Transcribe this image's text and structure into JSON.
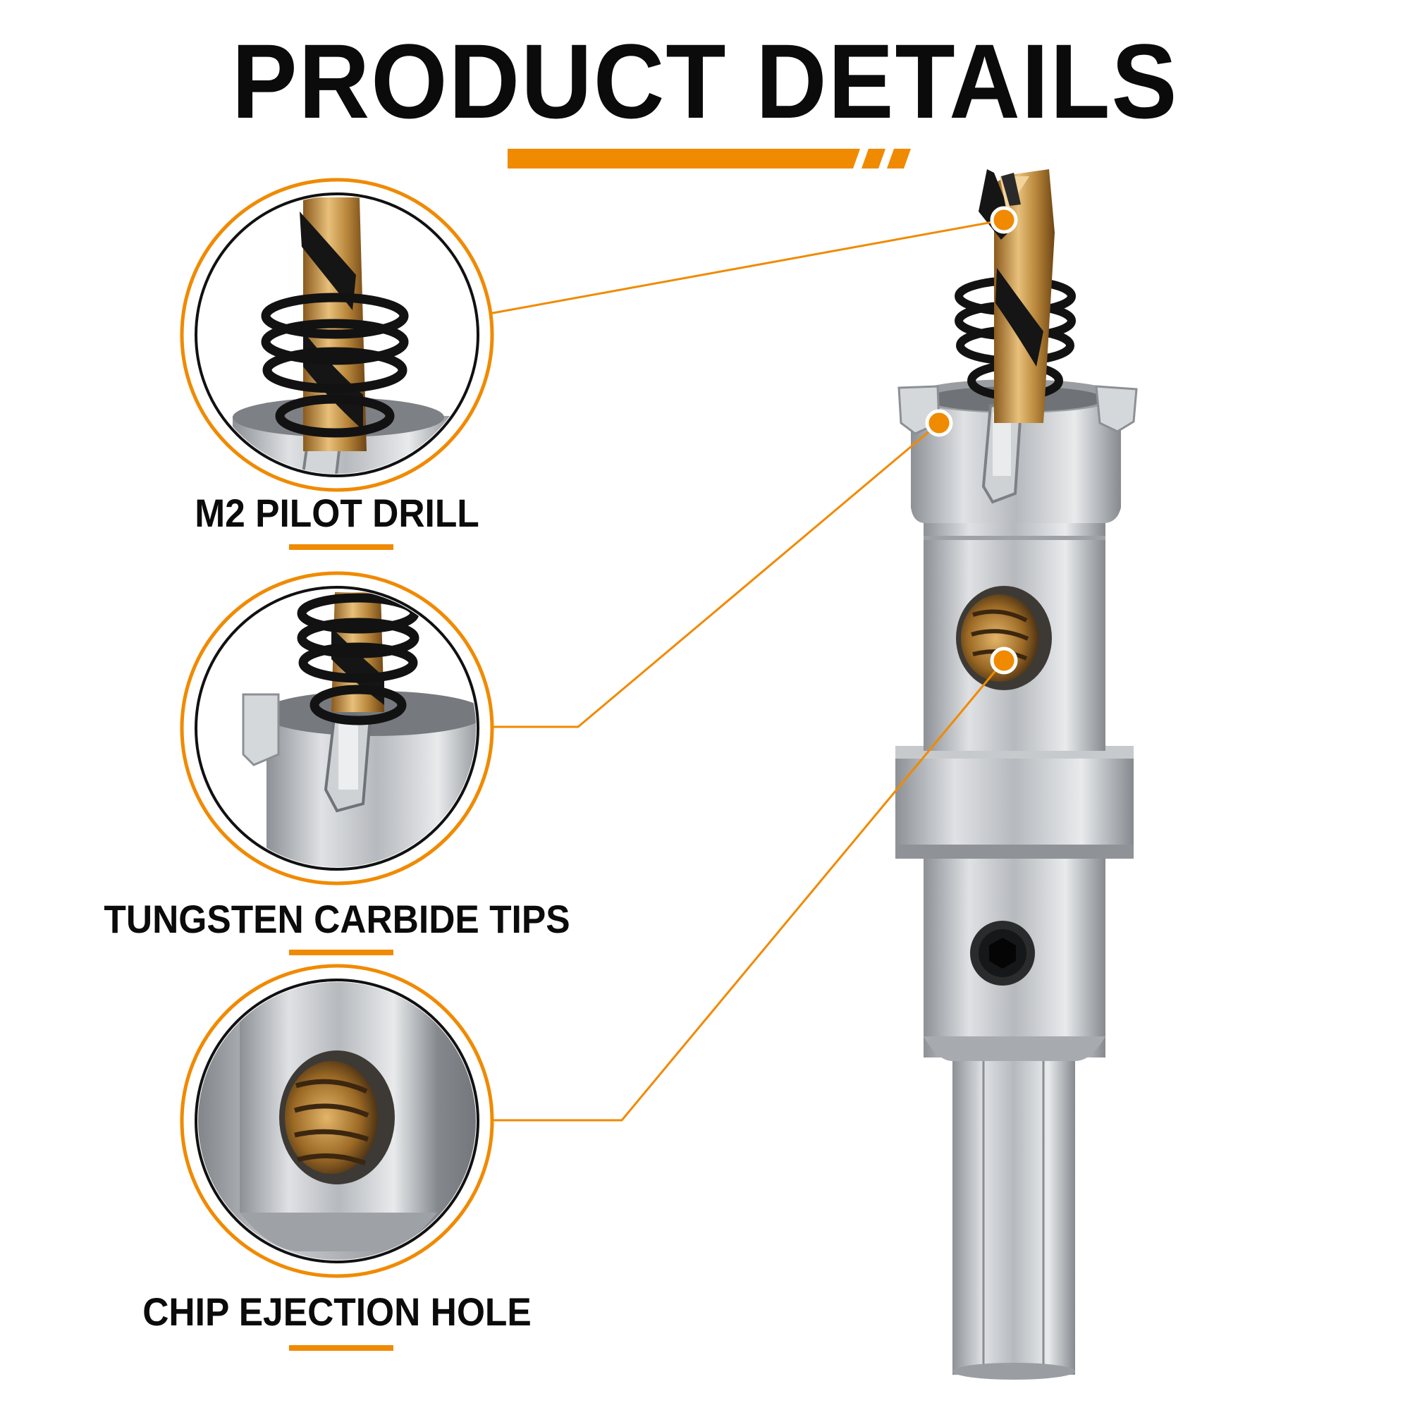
{
  "header": {
    "title": "PRODUCT DETAILS"
  },
  "colors": {
    "accent": "#f08a00",
    "text": "#0b0b0b",
    "background": "#ffffff",
    "steel": "#b9bcc0",
    "gold": "#c9963e"
  },
  "callouts": [
    {
      "label": "M2 PILOT DRILL",
      "icon": "pilot-drill-detail"
    },
    {
      "label": "TUNGSTEN CARBIDE TIPS",
      "icon": "carbide-tip-detail"
    },
    {
      "label": "CHIP EJECTION HOLE",
      "icon": "ejection-hole-detail"
    }
  ],
  "product": {
    "icon": "hole-saw-cutter-image"
  }
}
